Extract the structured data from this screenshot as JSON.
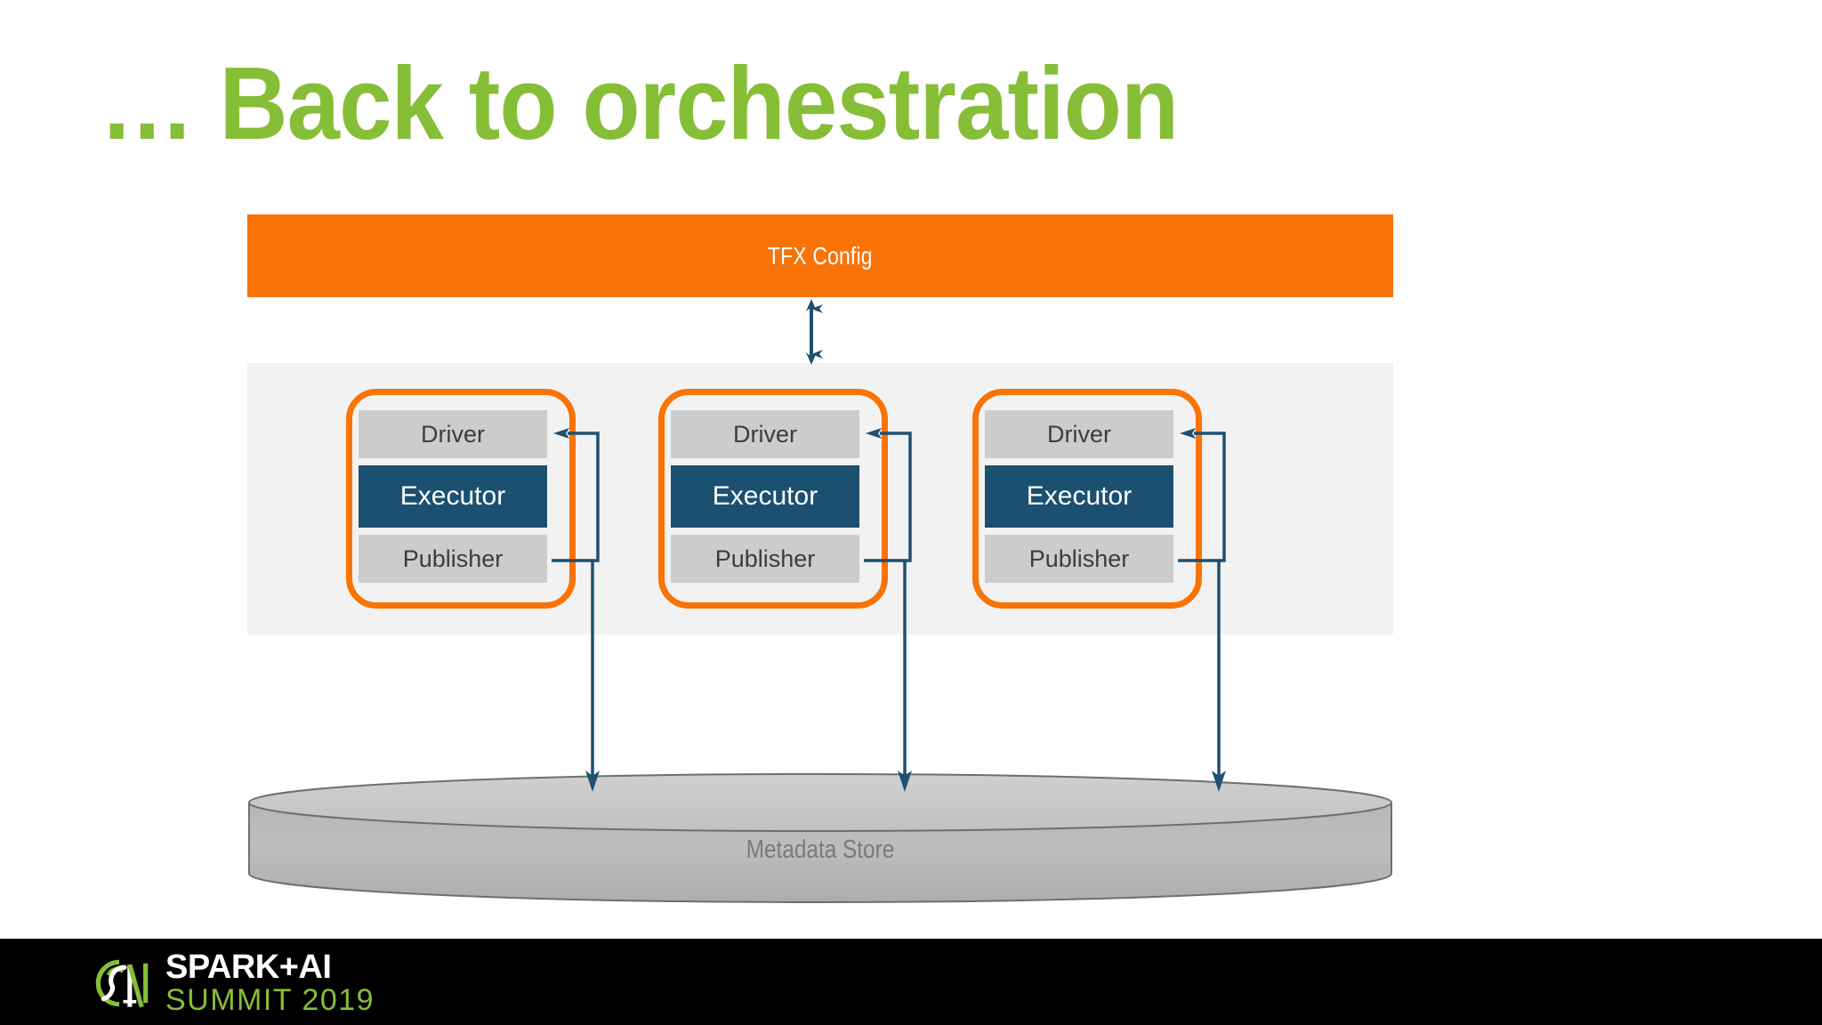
{
  "slide": {
    "title": "… Back to orchestration",
    "background_color": "#FFFFFF"
  },
  "colors": {
    "title_green": "#86BE37",
    "orange": "#F97306",
    "executor_blue": "#1B5070",
    "box_gray": "#CCCCCC",
    "panel_gray": "#F2F2F2",
    "connector_blue": "#1F5070",
    "footer_black": "#000000",
    "cylinder_gray": "#B3B3B3"
  },
  "diagram": {
    "config_bar": {
      "label": "TFX Config",
      "color": "#F97306",
      "text_color": "#FFFFFF"
    },
    "config_link": {
      "name": "bidirectional-arrow",
      "direction": "both",
      "from": "TFX Config",
      "to": "Components"
    },
    "components": [
      {
        "id": "component-1",
        "boxes": [
          {
            "name": "driver",
            "label": "Driver",
            "style": "gray"
          },
          {
            "name": "executor",
            "label": "Executor",
            "style": "blue"
          },
          {
            "name": "publisher",
            "label": "Publisher",
            "style": "gray"
          }
        ]
      },
      {
        "id": "component-2",
        "boxes": [
          {
            "name": "driver",
            "label": "Driver",
            "style": "gray"
          },
          {
            "name": "executor",
            "label": "Executor",
            "style": "blue"
          },
          {
            "name": "publisher",
            "label": "Publisher",
            "style": "gray"
          }
        ]
      },
      {
        "id": "component-3",
        "boxes": [
          {
            "name": "driver",
            "label": "Driver",
            "style": "gray"
          },
          {
            "name": "executor",
            "label": "Executor",
            "style": "blue"
          },
          {
            "name": "publisher",
            "label": "Publisher",
            "style": "gray"
          }
        ]
      }
    ],
    "metadata_store": {
      "label": "Metadata Store",
      "shape": "cylinder",
      "text_color": "#7A7A7A"
    },
    "edges": [
      {
        "from": "component-1.publisher",
        "to": "component-1.driver",
        "kind": "feedback-loop"
      },
      {
        "from": "component-1.publisher",
        "to": "metadata-store",
        "kind": "write"
      },
      {
        "from": "component-2.publisher",
        "to": "component-2.driver",
        "kind": "feedback-loop"
      },
      {
        "from": "component-2.publisher",
        "to": "metadata-store",
        "kind": "write"
      },
      {
        "from": "component-3.publisher",
        "to": "component-3.driver",
        "kind": "feedback-loop"
      },
      {
        "from": "component-3.publisher",
        "to": "metadata-store",
        "kind": "write"
      }
    ]
  },
  "footer": {
    "logo_line_1": "SPARK+AI",
    "logo_line_2": "SUMMIT 2019",
    "logo_mark": "spark-ai-summit-logo-icon"
  }
}
